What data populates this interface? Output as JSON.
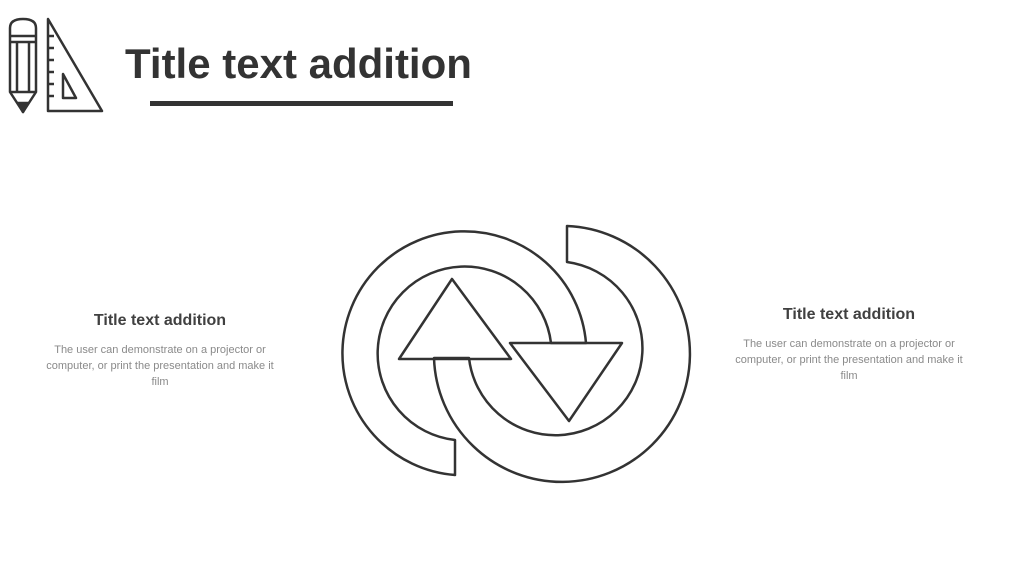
{
  "slide": {
    "title": "Title text addition",
    "left_block": {
      "heading": "Title text addition",
      "body": "The user can demonstrate on a projector or computer, or print the presentation and make it film"
    },
    "right_block": {
      "heading": "Title text addition",
      "body": "The user can demonstrate on a projector or computer, or print the presentation and make it film"
    },
    "icons": {
      "logo": "pencil-and-set-square-icon",
      "center": "circular-swap-arrows-icon"
    },
    "colors": {
      "text_dark": "#333333",
      "text_muted": "#8a8a8a",
      "background": "#ffffff"
    }
  }
}
